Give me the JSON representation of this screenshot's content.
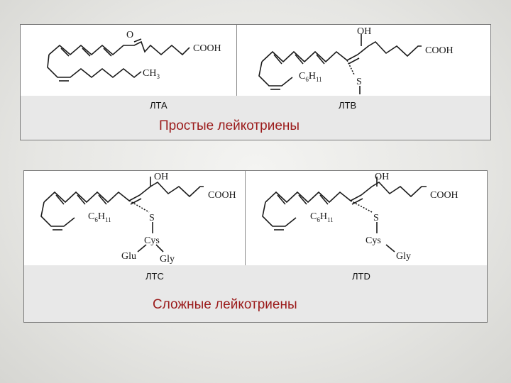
{
  "simple": {
    "label_a": "ЛТА",
    "label_b": "ЛТВ",
    "title": "Простые лейкотриены",
    "lta": {
      "epoxide_o": "O",
      "acid": "COOH",
      "methyl": "CH",
      "methyl_sub": "3"
    },
    "ltb": {
      "hydroxyl": "OH",
      "acid": "COOH",
      "chain": "C",
      "chain_sub1": "6",
      "chain_h": "H",
      "chain_sub2": "11",
      "sulfur": "S"
    }
  },
  "complex": {
    "label_c": "ЛТС",
    "label_d": "ЛТD",
    "title": "Сложные лейкотриены",
    "ltc": {
      "hydroxyl": "OH",
      "acid": "COOH",
      "chain": "C",
      "chain_sub1": "6",
      "chain_h": "H",
      "chain_sub2": "11",
      "sulfur": "S",
      "cys": "Cys",
      "glu": "Glu",
      "gly": "Gly"
    },
    "ltd": {
      "hydroxyl": "OH",
      "acid": "COOH",
      "chain": "C",
      "chain_sub1": "6",
      "chain_h": "H",
      "chain_sub2": "11",
      "sulfur": "S",
      "cys": "Cys",
      "gly": "Gly"
    }
  }
}
